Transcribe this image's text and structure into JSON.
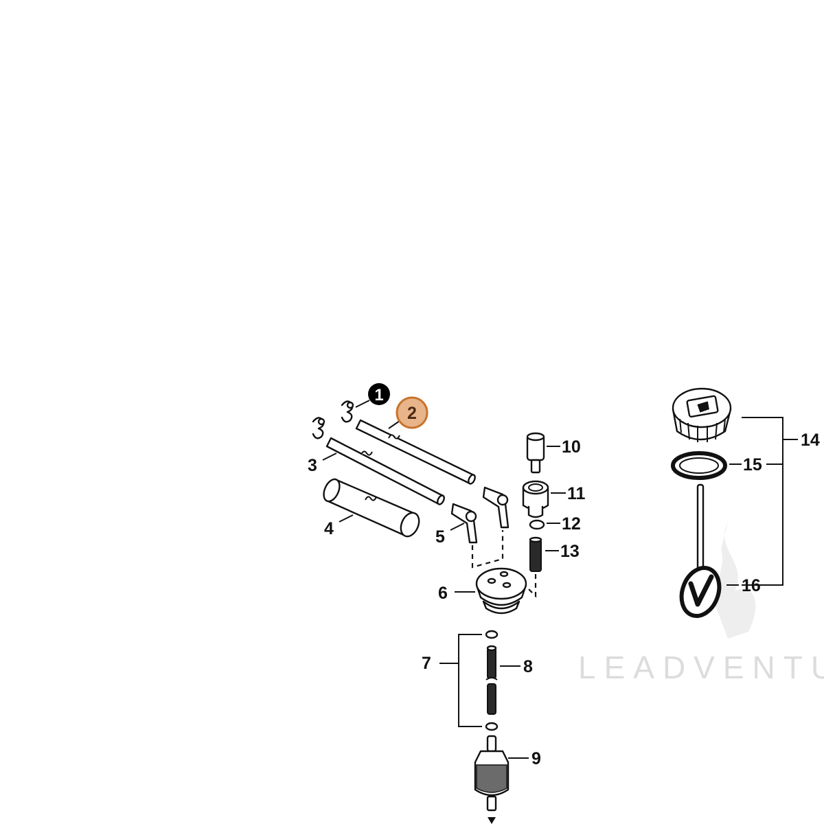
{
  "callouts": {
    "c1": "1",
    "c2": "2",
    "c3": "3",
    "c4": "4",
    "c5": "5",
    "c6": "6",
    "c7": "7",
    "c8": "8",
    "c9": "9",
    "c10": "10",
    "c11": "11",
    "c12": "12",
    "c13": "13",
    "c14": "14",
    "c15": "15",
    "c16": "16"
  },
  "watermark": {
    "text": "LEADVENTU"
  },
  "colors": {
    "line": "#111111",
    "highlight_fill": "#e8b48a",
    "highlight_stroke": "#c8742c",
    "badge_fill": "#000000",
    "watermark": "#dcdcdc"
  }
}
